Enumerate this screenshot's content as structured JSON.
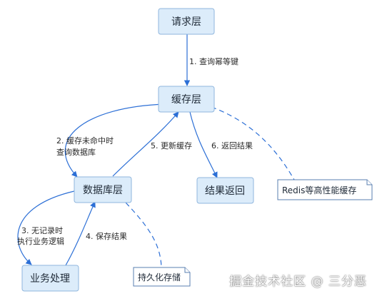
{
  "nodes": {
    "request": "请求层",
    "cache": "缓存层",
    "database": "数据库层",
    "result": "结果返回",
    "business": "业务处理"
  },
  "edges": {
    "e1": "1. 查询幂等键",
    "e2_line1": "2. 缓存未命中时",
    "e2_line2": "查询数据库",
    "e3_line1": "3. 无记录时",
    "e3_line2": "执行业务逻辑",
    "e4": "4. 保存结果",
    "e5": "5. 更新缓存",
    "e6": "6. 返回结果"
  },
  "notes": {
    "redis": "Redis等高性能缓存",
    "persist": "持久化存储"
  },
  "watermark": "掘金技术社区 @ 三分恶",
  "colors": {
    "node_fill": "#dcecfa",
    "node_border": "#8fb6dd",
    "edge": "#2c6fd6"
  }
}
